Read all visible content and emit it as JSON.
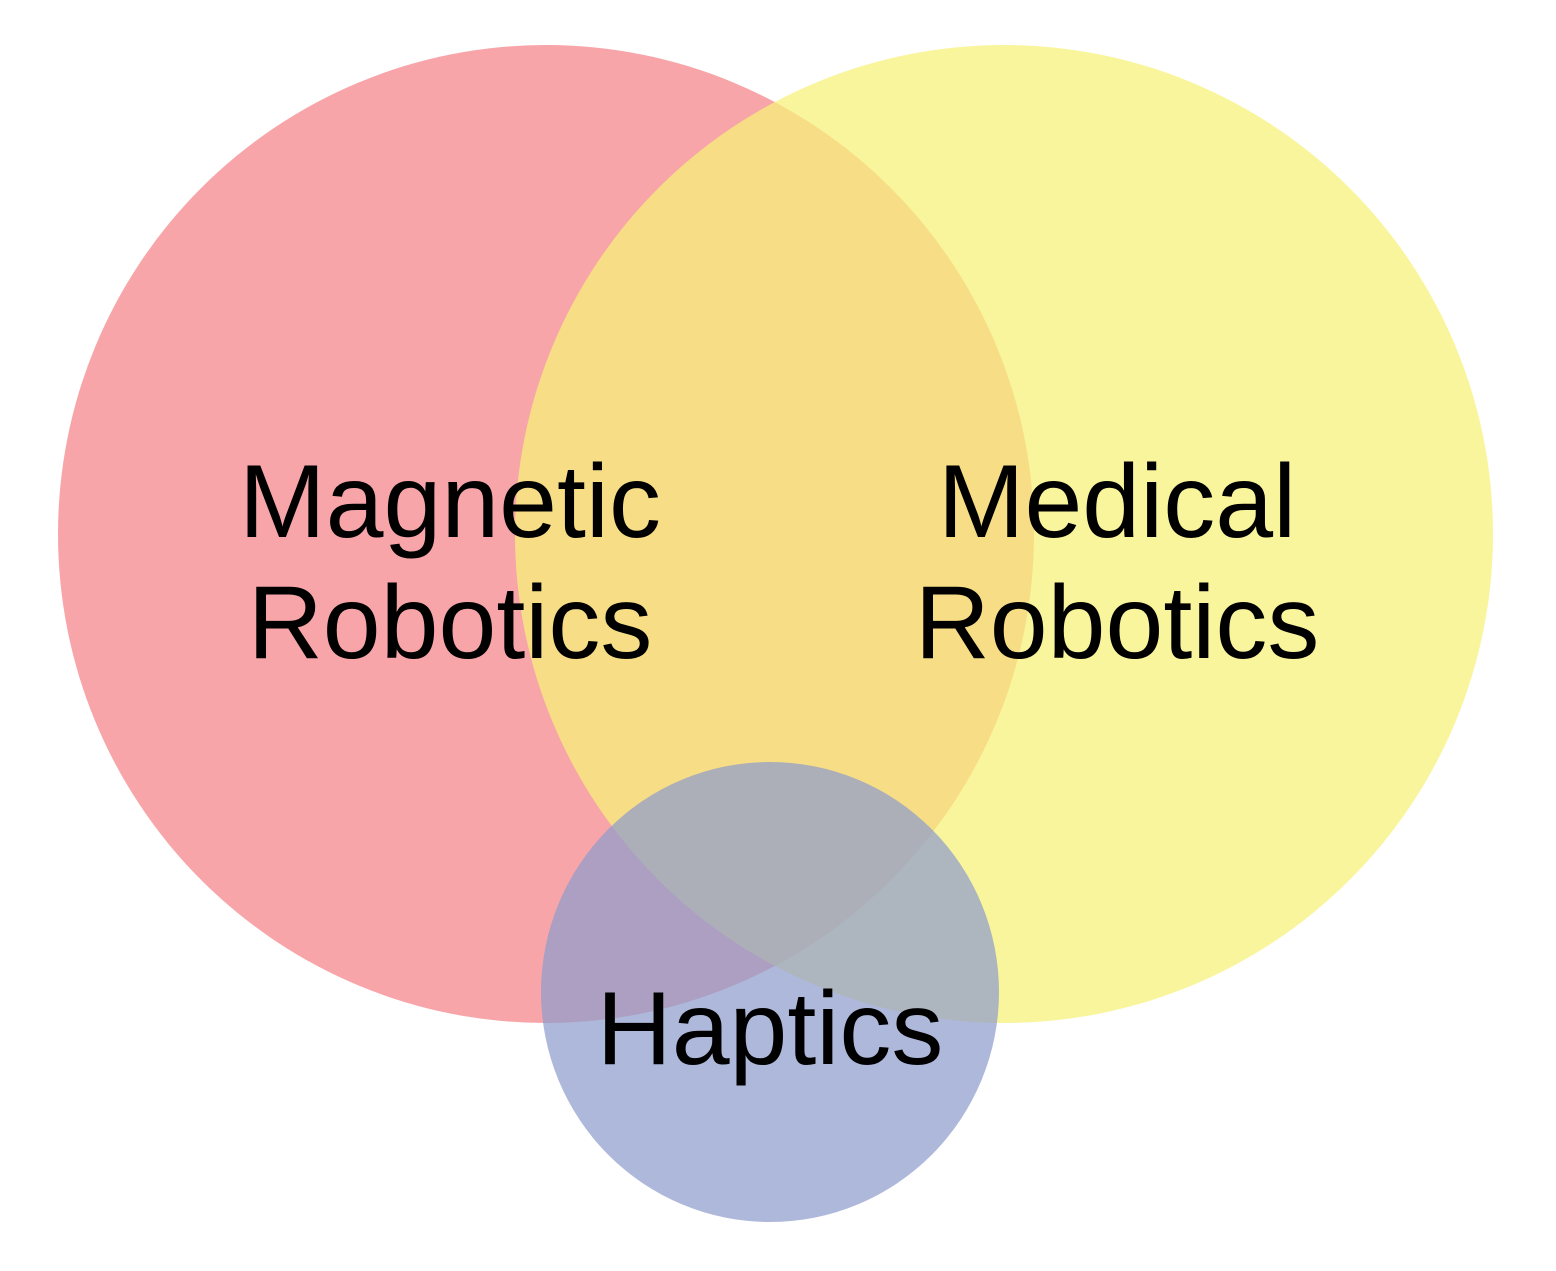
{
  "sets": [
    {
      "id": "magnetic",
      "lines": [
        "Magnetic",
        "Robotics"
      ],
      "color": "#f4878c"
    },
    {
      "id": "medical",
      "lines": [
        "Medical",
        "Robotics"
      ],
      "color": "#f7f27b"
    },
    {
      "id": "haptics",
      "lines": [
        "Haptics"
      ],
      "color": "#8f9dcc"
    }
  ]
}
